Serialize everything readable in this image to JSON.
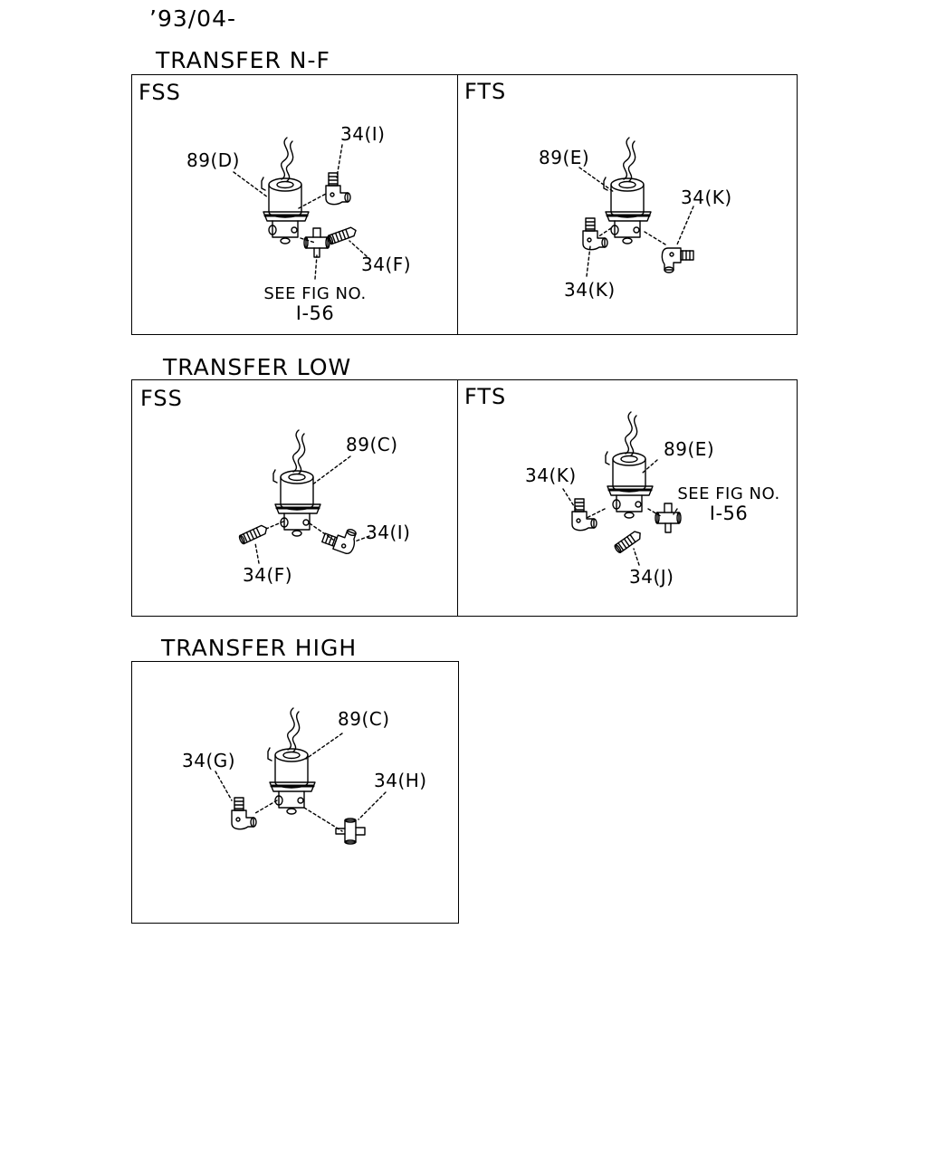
{
  "header": {
    "date_code": "’93/04-"
  },
  "sections": [
    {
      "title": "TRANSFER N-F",
      "panels": [
        {
          "title": "FSS",
          "labels": [
            "89(D)",
            "34(I)",
            "34(F)"
          ],
          "note_line1": "SEE FIG NO.",
          "note_line2": "I-56"
        },
        {
          "title": "FTS",
          "labels": [
            "89(E)",
            "34(K)",
            "34(K)"
          ]
        }
      ]
    },
    {
      "title": "TRANSFER LOW",
      "panels": [
        {
          "title": "FSS",
          "labels": [
            "89(C)",
            "34(I)",
            "34(F)"
          ]
        },
        {
          "title": "FTS",
          "labels": [
            "89(E)",
            "34(K)",
            "34(J)"
          ],
          "note_line1": "SEE FIG NO.",
          "note_line2": "I-56"
        }
      ]
    },
    {
      "title": "TRANSFER HIGH",
      "panels": [
        {
          "labels": [
            "89(C)",
            "34(G)",
            "34(H)"
          ]
        }
      ]
    }
  ]
}
